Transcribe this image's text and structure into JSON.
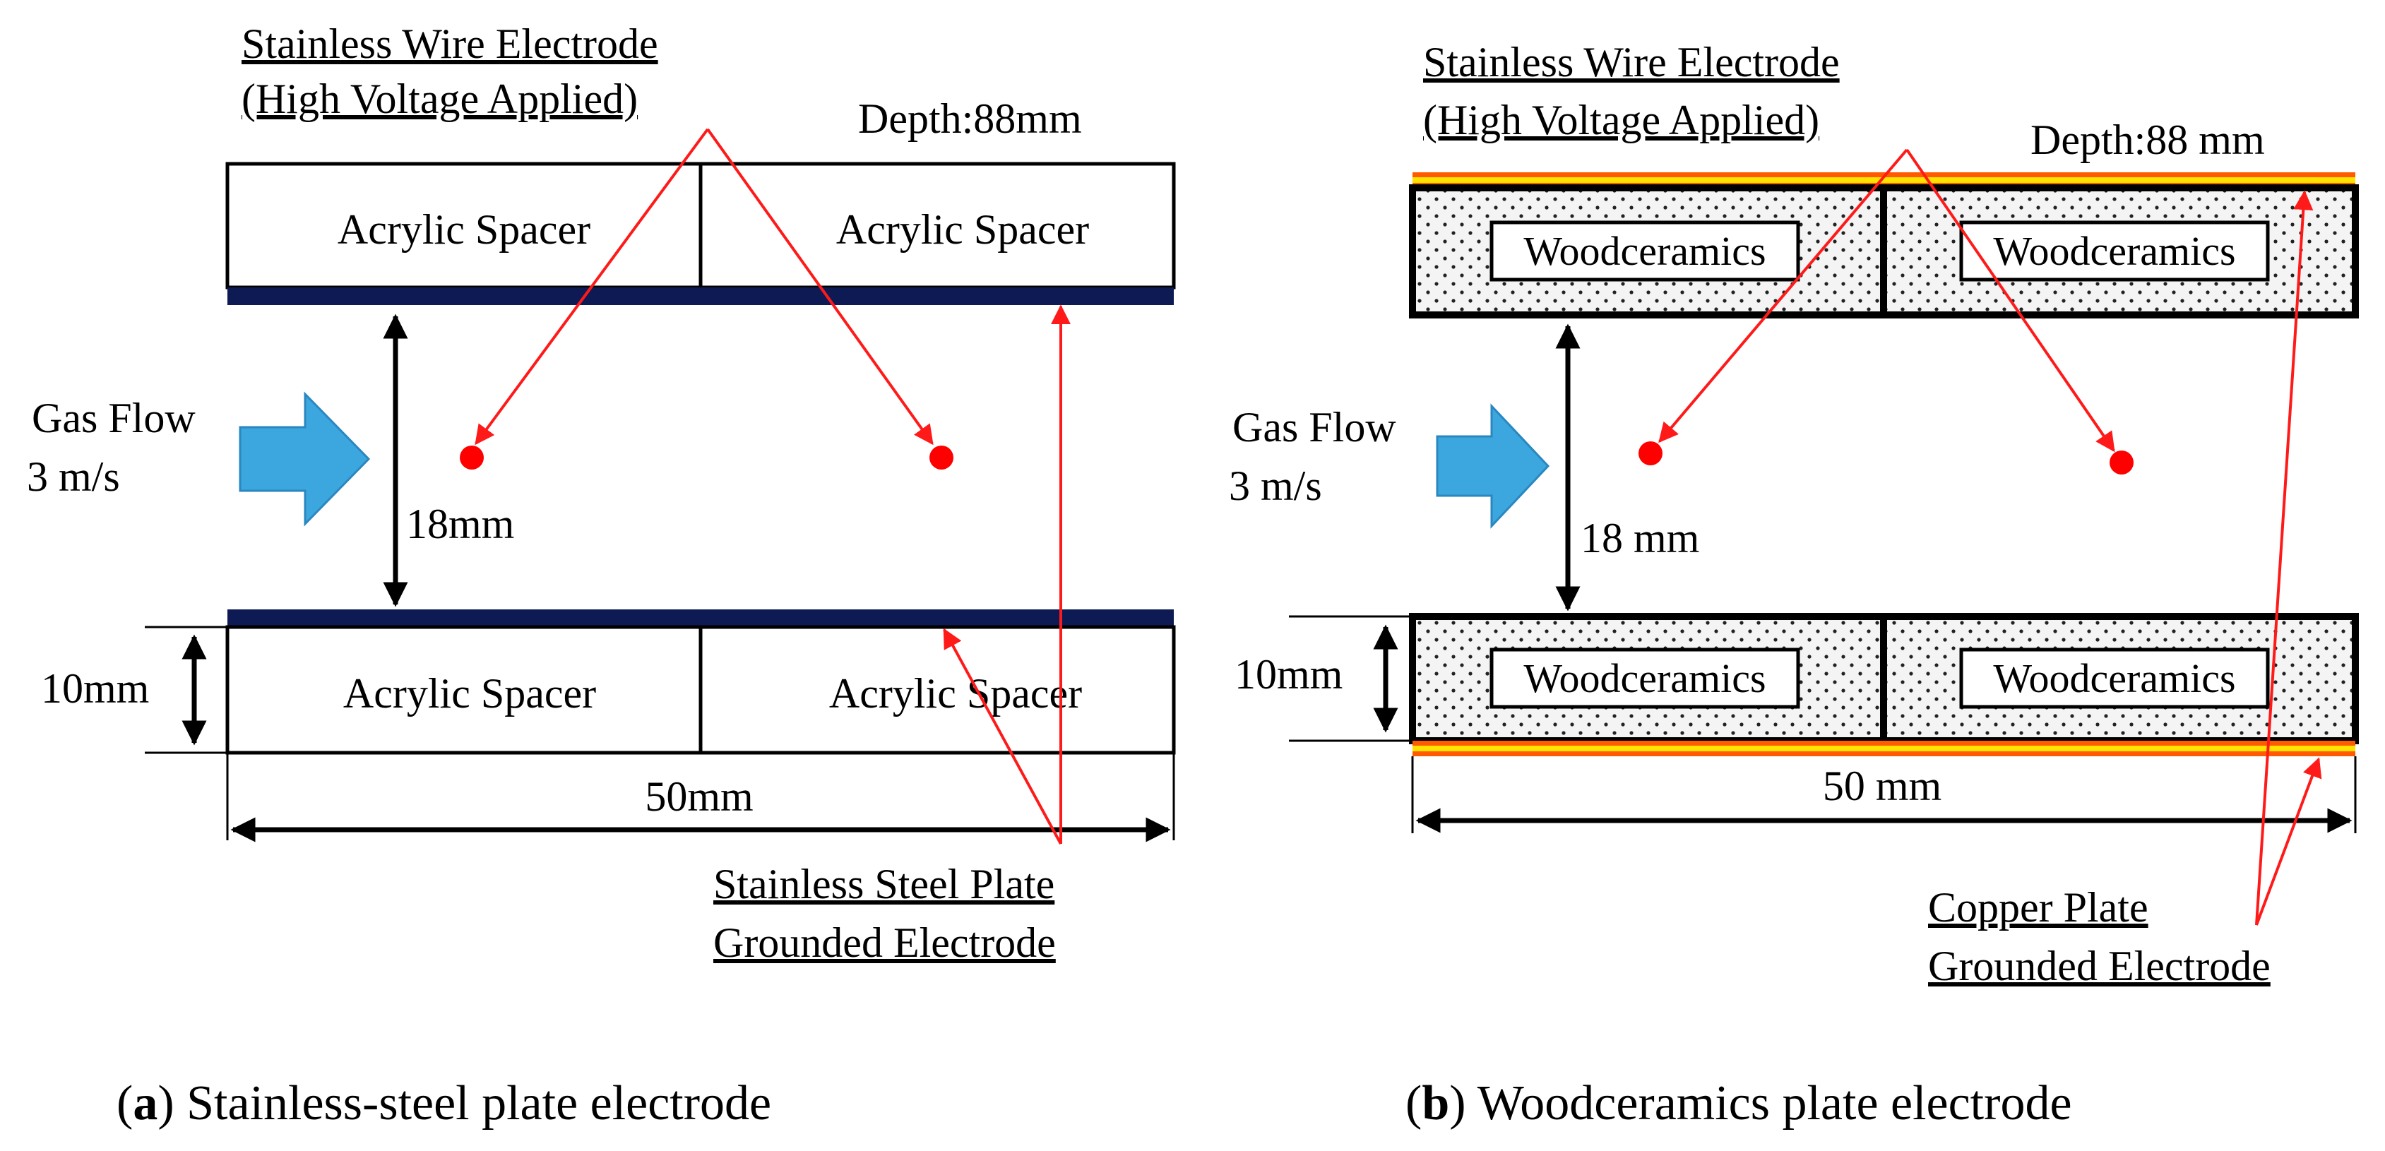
{
  "panel_a": {
    "wire_label_line1": "Stainless Wire Electrode",
    "wire_label_line2": "(High Voltage Applied)",
    "depth": "Depth:88mm",
    "spacer_top_left": "Acrylic Spacer",
    "spacer_top_right": "Acrylic Spacer",
    "spacer_bottom_left": "Acrylic Spacer",
    "spacer_bottom_right": "Acrylic Spacer",
    "gas_flow_line1": "Gas Flow",
    "gas_flow_line2": "3 m/s",
    "gap": "18mm",
    "thickness": "10mm",
    "width": "50mm",
    "plate_label_line1": "Stainless Steel Plate",
    "plate_label_line2": "Grounded Electrode",
    "caption_letter": "a",
    "caption_text": " Stainless-steel plate electrode"
  },
  "panel_b": {
    "wire_label_line1": "Stainless Wire Electrode",
    "wire_label_line2": "(High Voltage Applied)",
    "depth": "Depth:88 mm",
    "block_top_left": "Woodceramics",
    "block_top_right": "Woodceramics",
    "block_bottom_left": "Woodceramics",
    "block_bottom_right": "Woodceramics",
    "gas_flow_line1": "Gas Flow",
    "gas_flow_line2": "3 m/s",
    "gap": "18 mm",
    "thickness": "10mm",
    "width": "50 mm",
    "plate_label_line1": "Copper Plate",
    "plate_label_line2": "Grounded Electrode",
    "caption_letter": "b",
    "caption_text": " Woodceramics plate electrode"
  },
  "colors": {
    "steel_plate": "#0d1a54",
    "arrow_blue": "#3ba7de",
    "arrow_blue_edge": "#2a87c0",
    "pointer_red": "#ff1a1a",
    "wire_dot": "#ff0000",
    "copper_outer": "#ff5a00",
    "copper_inner": "#ffe300",
    "wood_fill": "#f2f2f2"
  }
}
